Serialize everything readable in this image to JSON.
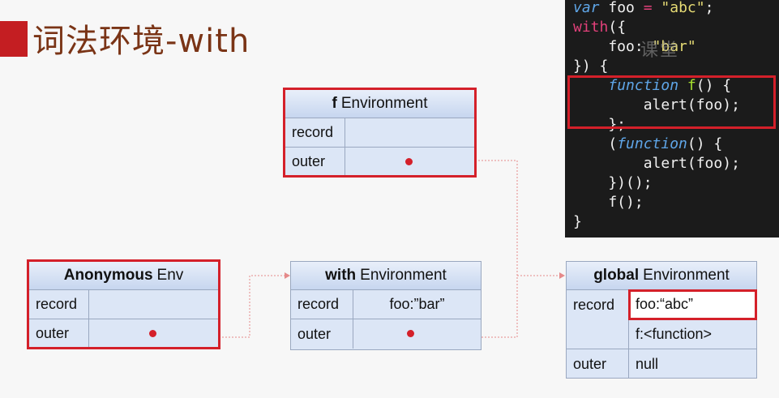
{
  "title": "词法环境-with",
  "code_lines": [
    [
      [
        "kw",
        "var"
      ],
      [
        "t",
        " foo "
      ],
      [
        "op",
        "="
      ],
      [
        "t",
        " "
      ],
      [
        "str",
        "\"abc\""
      ],
      [
        "t",
        ";"
      ]
    ],
    [
      [
        "kw2",
        "with"
      ],
      [
        "t",
        "({"
      ]
    ],
    [
      [
        "t",
        "    foo: "
      ],
      [
        "str",
        "\"bar\""
      ]
    ],
    [
      [
        "t",
        "}) {"
      ]
    ],
    [
      [
        "t",
        "    "
      ],
      [
        "kw",
        "function"
      ],
      [
        "t",
        " "
      ],
      [
        "fn",
        "f"
      ],
      [
        "t",
        "() {"
      ]
    ],
    [
      [
        "t",
        "        alert(foo);"
      ]
    ],
    [
      [
        "t",
        "    };"
      ]
    ],
    [
      [
        "t",
        "    ("
      ],
      [
        "kw",
        "function"
      ],
      [
        "t",
        "() {"
      ]
    ],
    [
      [
        "t",
        "        alert(foo);"
      ]
    ],
    [
      [
        "t",
        "    })();"
      ]
    ],
    [
      [
        "t",
        "    f();"
      ]
    ],
    [
      [
        "t",
        "}"
      ]
    ]
  ],
  "watermark": "课堂",
  "f_env": {
    "name_bold": "f",
    "name_rest": "Environment",
    "record_label": "record",
    "outer_label": "outer"
  },
  "anon_env": {
    "name_bold": "Anonymous",
    "name_rest": "Env",
    "record_label": "record",
    "outer_label": "outer"
  },
  "with_env": {
    "name_bold": "with",
    "name_rest": "Environment",
    "record_label": "record",
    "record_value": "foo:”bar”",
    "outer_label": "outer"
  },
  "global_env": {
    "name_bold": "global",
    "name_rest": "Environment",
    "record_label": "record",
    "record_value1": "foo:“abc”",
    "record_value2": "f:<function>",
    "outer_label": "outer",
    "outer_value": "null"
  },
  "colors": {
    "highlight": "#d4202a",
    "box_fill": "#dce6f6",
    "title": "#7a3416"
  }
}
